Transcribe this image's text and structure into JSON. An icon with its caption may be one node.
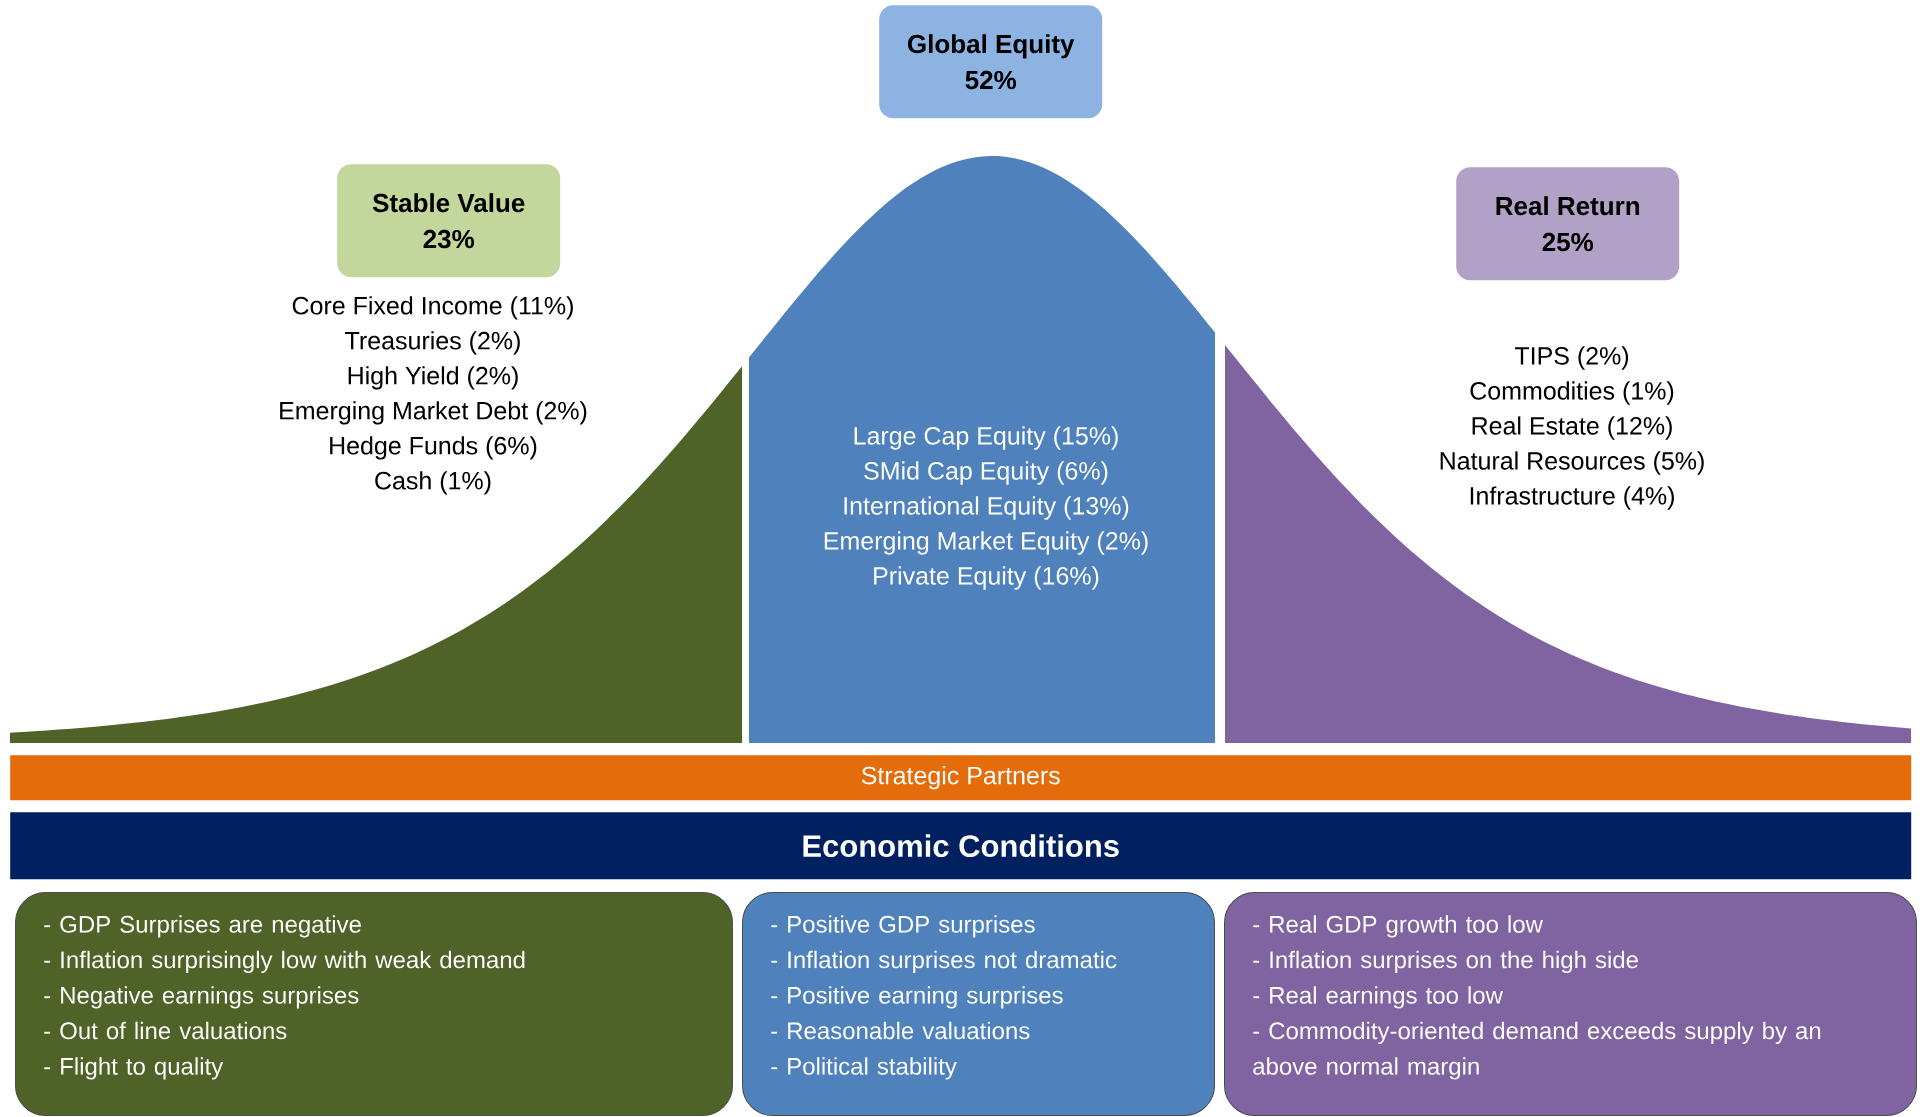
{
  "diagram": {
    "nodes": [
      {
        "text": [
          "Stable Value",
          "23%"
        ],
        "beside": [
          "Core Fixed Income (11%)",
          "Treasuries (2%)",
          "High Yield (2%)",
          "Emerging Market Debt (2%)",
          "Hedge Funds (6%)",
          "Cash (1%)"
        ]
      },
      {
        "text": [
          "Global Equity",
          "52%"
        ]
      },
      {
        "text": [
          "Real Return",
          "25%"
        ]
      },
      {
        "text": [],
        "shape": "area"
      },
      {
        "text": [
          "Large Cap Equity (15%)",
          "SMid Cap Equity (6%)",
          "International Equity (13%)",
          "Emerging Market Equity (2%)",
          "Private Equity (16%)"
        ]
      },
      {
        "text": [
          "TIPS (2%)",
          "Commodities (1%)",
          "Real Estate (12%)",
          "Natural Resources (5%)",
          "Infrastructure (4%)"
        ]
      },
      {
        "text": [
          "Strategic Partners"
        ]
      },
      {
        "text": [
          "Economic Conditions"
        ]
      },
      {
        "text": [
          "- GDP Surprises are negative",
          "- Inflation surprisingly low with weak demand",
          "- Negative earnings surprises",
          "- Out of line valuations",
          "- Flight to quality"
        ]
      },
      {
        "text": [
          "- Positive GDP surprises",
          "- Inflation surprises not dramatic",
          "- Positive earning surprises",
          "- Reasonable valuations",
          "- Political stability"
        ]
      },
      {
        "text": [
          "- Real GDP growth too low",
          "- Inflation surprises on the high side",
          "- Real earnings too low",
          "- Commodity-oriented demand exceeds supply by an above normal margin"
        ]
      }
    ]
  }
}
